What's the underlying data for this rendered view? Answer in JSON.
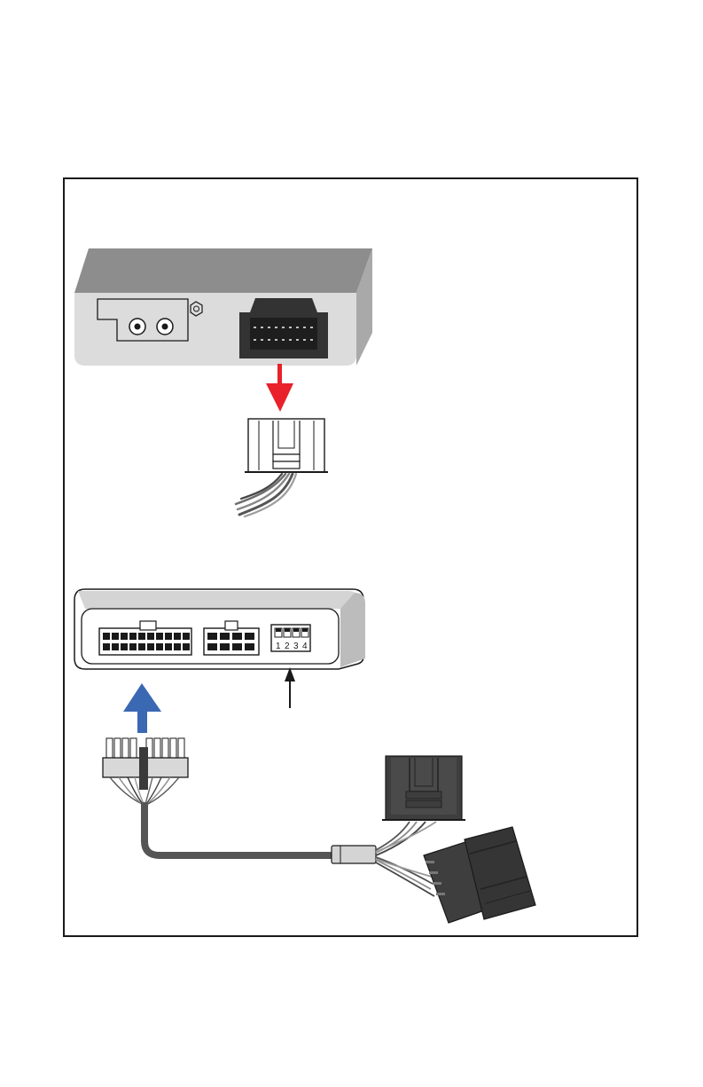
{
  "diagram": {
    "dip_switch": {
      "labels": [
        "1",
        "2",
        "3",
        "4"
      ]
    },
    "colors": {
      "frame": "#1a1a1a",
      "module_top": "#8d8d8d",
      "module_face": "#dcdcdc",
      "connector": "#333333",
      "wire": "#555555",
      "harness_plug": "#3e3e3e",
      "arrow_red": "#e8212b",
      "arrow_blue": "#3a68b3",
      "arrow_black": "#1a1a1a"
    },
    "icons": [
      "module-top-icon",
      "rca-jack-icon",
      "antenna-jack-icon",
      "harness-connector-icon",
      "dip-switch-icon",
      "vehicle-plug-icon"
    ]
  }
}
